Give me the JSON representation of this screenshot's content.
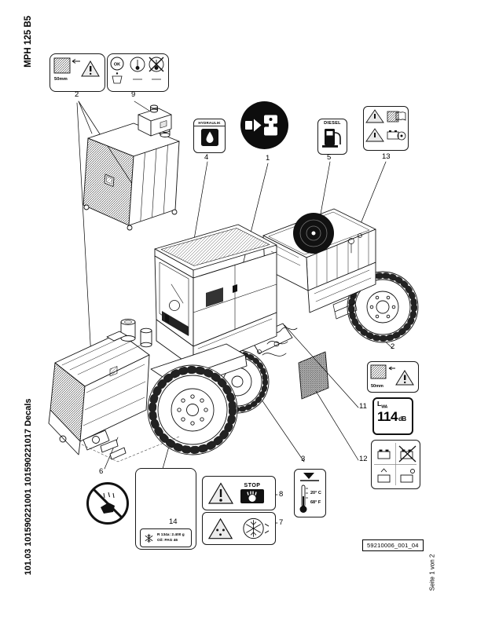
{
  "page": {
    "model": "MPH 125 B5",
    "catalog": "101.03 101590221001 101590221017 Decals",
    "page_label": "Seite 1 von 2",
    "doc_number": "59210006_001_04"
  },
  "callouts": {
    "c1": "1",
    "c2": "2",
    "c2b": "2",
    "c3": "3",
    "c4": "4",
    "c5": "5",
    "c6": "6",
    "c7": "7",
    "c8": "8",
    "c9": "9",
    "c11": "11",
    "c12": "12",
    "c13": "13",
    "c14": "14"
  },
  "decals": {
    "scraper_top": {
      "size": "50mm"
    },
    "scraper_right": {
      "size": "50mm"
    },
    "ok_label": "OK",
    "hydraulik_label": "HYDRAULIK",
    "diesel_label": "DIESEL",
    "stop_label": "STOP",
    "noise": {
      "symbol": "L",
      "sub": "WA",
      "value": "114",
      "unit": "dB"
    },
    "refrigerant": {
      "line1": "R 134a: 2.400 g",
      "line2": "Oil: PAG 46"
    },
    "temperature": {
      "celsius": "20° C",
      "fahrenheit": "68° F"
    }
  }
}
